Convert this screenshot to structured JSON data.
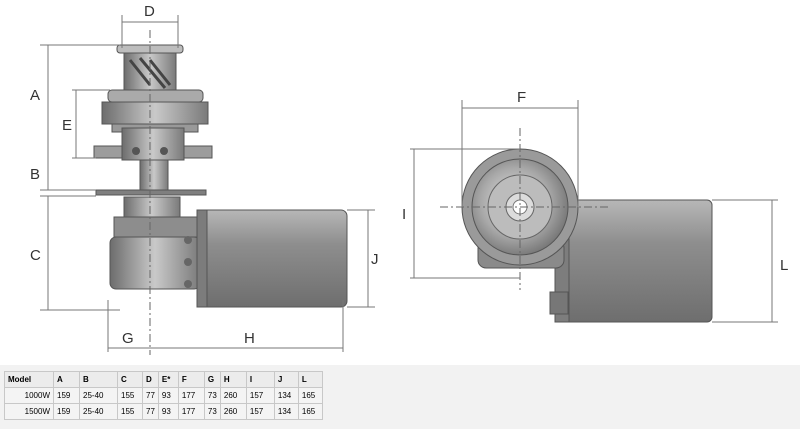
{
  "diagram": {
    "labels": {
      "A": "A",
      "B": "B",
      "C": "C",
      "D": "D",
      "E": "E",
      "F": "F",
      "G": "G",
      "H": "H",
      "I": "I",
      "J": "J",
      "L": "L"
    }
  },
  "table": {
    "headers": [
      "Model",
      "A",
      "B",
      "C",
      "D",
      "E*",
      "F",
      "G",
      "H",
      "I",
      "J",
      "L"
    ],
    "rows": [
      [
        "1000W",
        "159",
        "25-40",
        "155",
        "77",
        "93",
        "177",
        "73",
        "260",
        "157",
        "134",
        "165"
      ],
      [
        "1500W",
        "159",
        "25-40",
        "155",
        "77",
        "93",
        "177",
        "73",
        "260",
        "157",
        "134",
        "165"
      ]
    ]
  }
}
